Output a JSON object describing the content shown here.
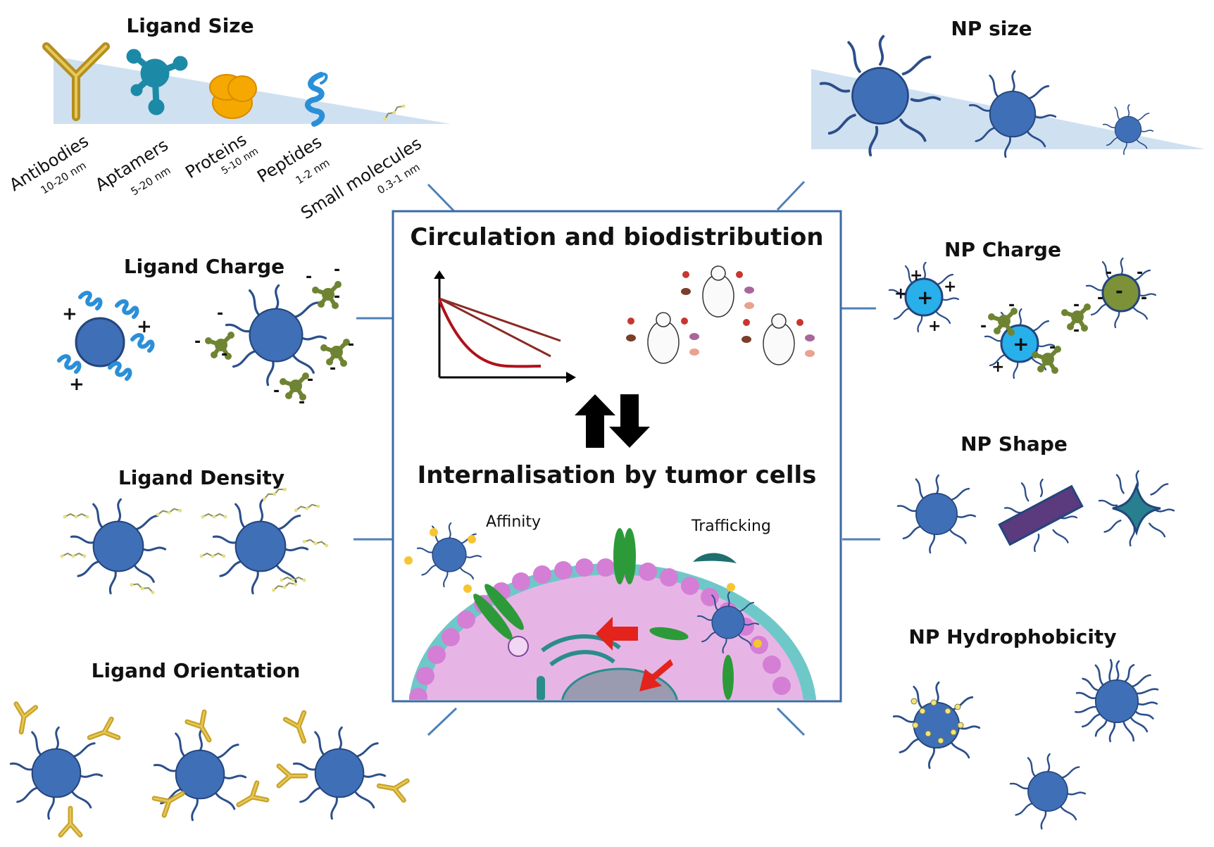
{
  "panels": {
    "ligand_size": {
      "title": "Ligand Size",
      "items": [
        {
          "name": "Antibodies",
          "range": "10-20 nm"
        },
        {
          "name": "Aptamers",
          "range": "5-20 nm"
        },
        {
          "name": "Proteins",
          "range": "5-10 nm"
        },
        {
          "name": "Peptides",
          "range": "1-2 nm"
        },
        {
          "name": "Small molecules",
          "range": "0.3-1 nm"
        }
      ]
    },
    "np_size": {
      "title": "NP size"
    },
    "ligand_charge": {
      "title": "Ligand Charge"
    },
    "ligand_density": {
      "title": "Ligand Density"
    },
    "ligand_orientation": {
      "title": "Ligand Orientation"
    },
    "np_charge": {
      "title": "NP Charge"
    },
    "np_shape": {
      "title": "NP Shape"
    },
    "np_hydrophobicity": {
      "title": "NP Hydrophobicity"
    }
  },
  "center": {
    "title_top": "Circulation and biodistribution",
    "title_bottom": "Internalisation by tumor cells",
    "affinity": "Affinity",
    "trafficking": "Trafficking"
  },
  "symbols": {
    "plus": "+",
    "minus": "-"
  },
  "colors": {
    "np_blue": "#3f6fb6",
    "np_outline": "#24457c",
    "cationic_np": "#27b0ea",
    "anionic_np": "#7d9139",
    "peptide": "#2b8fd8",
    "antibody": "#c9a227",
    "protein": "#f5a800",
    "aptamer": "#1c8aa6",
    "arrow_red": "#e3231c",
    "curve_red": "#b0121a",
    "curve_brown": "#8a2a24",
    "wedge": "#cfe0f1",
    "box_border": "#3b6aa6",
    "cell_pink": "#e7b5e5",
    "membrane_ball": "#d47ed6",
    "receptor_green": "#2d9a3a",
    "shape_rod": "#5b3a7d",
    "shape_star": "#287f8f"
  }
}
